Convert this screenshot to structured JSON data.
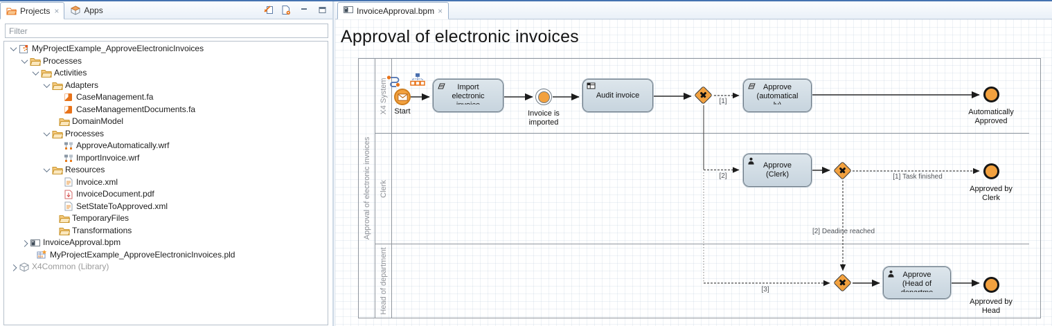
{
  "icons": {
    "close": "×"
  },
  "left_panel": {
    "tabs": [
      {
        "label": "Projects"
      },
      {
        "label": "Apps"
      }
    ],
    "filter_placeholder": "Filter",
    "tree": [
      {
        "label": "MyProjectExample_ApproveElectronicInvoices",
        "icon": "project",
        "level": 0,
        "chev": "open"
      },
      {
        "label": "Processes",
        "icon": "folder",
        "level": 1,
        "chev": "open"
      },
      {
        "label": "Activities",
        "icon": "folder",
        "level": 2,
        "chev": "open"
      },
      {
        "label": "Adapters",
        "icon": "folder",
        "level": 3,
        "chev": "open"
      },
      {
        "label": "CaseManagement.fa",
        "icon": "fa",
        "level": 4,
        "chev": null
      },
      {
        "label": "CaseManagementDocuments.fa",
        "icon": "fa",
        "level": 4,
        "chev": null
      },
      {
        "label": "DomainModel",
        "icon": "folder",
        "level": 3,
        "chev": null,
        "leafpad": true
      },
      {
        "label": "Processes",
        "icon": "folder",
        "level": 3,
        "chev": "open"
      },
      {
        "label": "ApproveAutomatically.wrf",
        "icon": "wrf",
        "level": 4,
        "chev": null
      },
      {
        "label": "ImportInvoice.wrf",
        "icon": "wrf",
        "level": 4,
        "chev": null
      },
      {
        "label": "Resources",
        "icon": "folder",
        "level": 3,
        "chev": "open"
      },
      {
        "label": "Invoice.xml",
        "icon": "xml",
        "level": 4,
        "chev": null
      },
      {
        "label": "InvoiceDocument.pdf",
        "icon": "pdf",
        "level": 4,
        "chev": null
      },
      {
        "label": "SetStateToApproved.xml",
        "icon": "xml",
        "level": 4,
        "chev": null
      },
      {
        "label": "TemporaryFiles",
        "icon": "folder",
        "level": 3,
        "chev": null,
        "leafpad": true
      },
      {
        "label": "Transformations",
        "icon": "folder",
        "level": 3,
        "chev": null,
        "leafpad": true
      },
      {
        "label": "InvoiceApproval.bpm",
        "icon": "bpm",
        "level": 1,
        "chev": "closed"
      },
      {
        "label": "MyProjectExample_ApproveElectronicInvoices.pld",
        "icon": "pld",
        "level": 1,
        "chev": null,
        "leafpad": true
      },
      {
        "label": "X4Common (Library)",
        "icon": "library",
        "level": 0,
        "chev": "closed",
        "muted": true
      }
    ]
  },
  "editor": {
    "tab_label": "InvoiceApproval.bpm",
    "title": "Approval of electronic invoices",
    "pool_label": "Approval of electronic invoices",
    "lanes": [
      "X4 System",
      "Clerk",
      "Head of department"
    ],
    "nodes": {
      "start_label": "Start",
      "task_import": [
        "Import",
        "electronic",
        "invoice"
      ],
      "event_imported": [
        "Invoice is",
        "imported"
      ],
      "task_audit": "Audit invoice",
      "task_auto": [
        "Approve",
        "(automatical",
        "ly)"
      ],
      "end_auto": [
        "Automatically",
        "Approved"
      ],
      "task_clerk": [
        "Approve",
        "(Clerk)"
      ],
      "end_clerk": [
        "Approved by",
        "Clerk"
      ],
      "task_head": [
        "Approve",
        "(Head of",
        "departme"
      ],
      "end_head": [
        "Approved by",
        "Head"
      ]
    },
    "flow_labels": {
      "f1": "[1]",
      "f2": "[2]",
      "f3": "[3]",
      "task_finished": "[1] Task finished",
      "deadline_reached": "[2] Deadine reached"
    }
  },
  "colors": {
    "accent_orange": "#F2A13F",
    "task_fill": "#CFDAE3",
    "muted_text": "#9B9B9B"
  }
}
